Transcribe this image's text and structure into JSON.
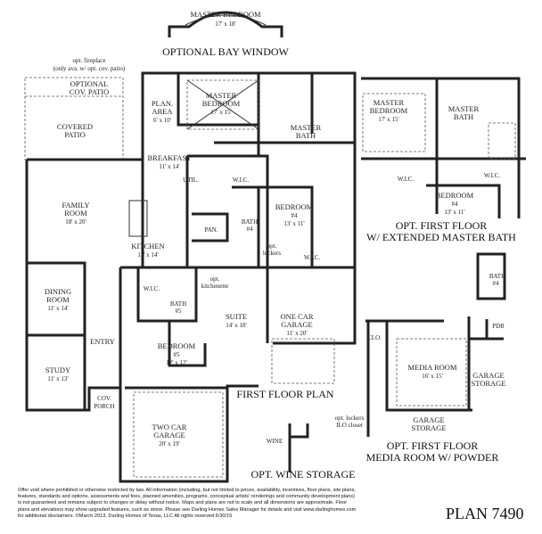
{
  "bay_window": {
    "room": "MASTER BEDROOM",
    "size": "17' x 18'",
    "title": "OPTIONAL BAY WINDOW"
  },
  "first_floor": {
    "title": "FIRST FLOOR PLAN",
    "fireplace_note_1": "opt. fireplace",
    "fireplace_note_2": "(only ava. w/ opt. cov. patio)",
    "rooms": {
      "optional_patio": [
        "OPTIONAL",
        "COV. PATIO"
      ],
      "covered_patio": [
        "COVERED",
        "PATIO"
      ],
      "family_room": [
        "FAMILY",
        "ROOM",
        "18' x 20'"
      ],
      "dining_room": [
        "DINING",
        "ROOM",
        "11' x 14'"
      ],
      "study": [
        "STUDY",
        "11' x 13'"
      ],
      "entry": "ENTRY",
      "cov_porch": [
        "COV.",
        "PORCH"
      ],
      "two_car_garage": [
        "TWO CAR",
        "GARAGE",
        "20' x 19'"
      ],
      "breakfast": [
        "BREAKFAST",
        "11' x 14'"
      ],
      "kitchen": [
        "KITCHEN",
        "11' x 14'"
      ],
      "plan_area": [
        "PLAN.",
        "AREA",
        "6' x 10'"
      ],
      "master_bedroom": [
        "MASTER",
        "BEDROOM",
        "17' x 15'"
      ],
      "master_bath": [
        "MASTER",
        "BATH"
      ],
      "util": "UTIL.",
      "wic_master": "W.I.C.",
      "pantry": "PAN.",
      "bath4": [
        "BATH",
        "#4"
      ],
      "bedroom4": [
        "BEDROOM",
        "#4",
        "13' x 11'"
      ],
      "opt_lockers": [
        "opt.",
        "lockers"
      ],
      "wic_bed4": "W.I.C.",
      "wic_bed5": "W.I.C.",
      "bath5": [
        "BATH",
        "#5"
      ],
      "opt_kitchenette": [
        "opt.",
        "kitchenette"
      ],
      "suite": [
        "SUITE",
        "14' x 18'"
      ],
      "bedroom5": [
        "BEDROOM",
        "#5",
        "12' x 12'"
      ],
      "one_car_garage": [
        "ONE CAR",
        "GARAGE",
        "11' x 20'"
      ]
    }
  },
  "wine": {
    "label": "WINE",
    "title": "OPT. WINE STORAGE"
  },
  "ext_master": {
    "title_1": "OPT. FIRST FLOOR",
    "title_2": "W/ EXTENDED MASTER BATH",
    "master_bedroom": [
      "MASTER",
      "BEDROOM",
      "17' x 15'"
    ],
    "master_bath": [
      "MASTER",
      "BATH"
    ],
    "wic_1": "W.I.C.",
    "wic_2": "W.I.C.",
    "bedroom4": [
      "BEDROOM",
      "#4",
      "13' x 11'"
    ]
  },
  "media_room": {
    "title_1": "OPT. FIRST FLOOR",
    "title_2": "MEDIA ROOM W/ POWDER",
    "bath4": [
      "BATH",
      "#4"
    ],
    "pdr": "PDR",
    "clo": "CLO.",
    "media": [
      "MEDIA ROOM",
      "16' x 15'"
    ],
    "garage_storage_1": [
      "GARAGE",
      "STORAGE"
    ],
    "garage_storage_2": [
      "GARAGE",
      "STORAGE"
    ],
    "lockers": [
      "opt. lockers",
      "ILO closet"
    ]
  },
  "disclaimer": "Offer void where prohibited or otherwise restricted by law. All information (including, but not limited to prices, availability, incentives, floor plans, site plans, features, standards and options, assessments and fees, planned amenities, programs, conceptual artists' renderings and community development plans) is not guaranteed and remains subject to changes or delay without notice. Maps and plans are not to scale and all dimensions are approximate. Floor plans and elevations may show upgraded features, such as stone. Please see Darling Homes Sales Manager for details and visit www.darlinghomes.com for additional disclaimers. ©March 2013. Darling Homes of Texas, LLC All rights reserved 6/30/15",
  "plan_number": "PLAN 7490"
}
